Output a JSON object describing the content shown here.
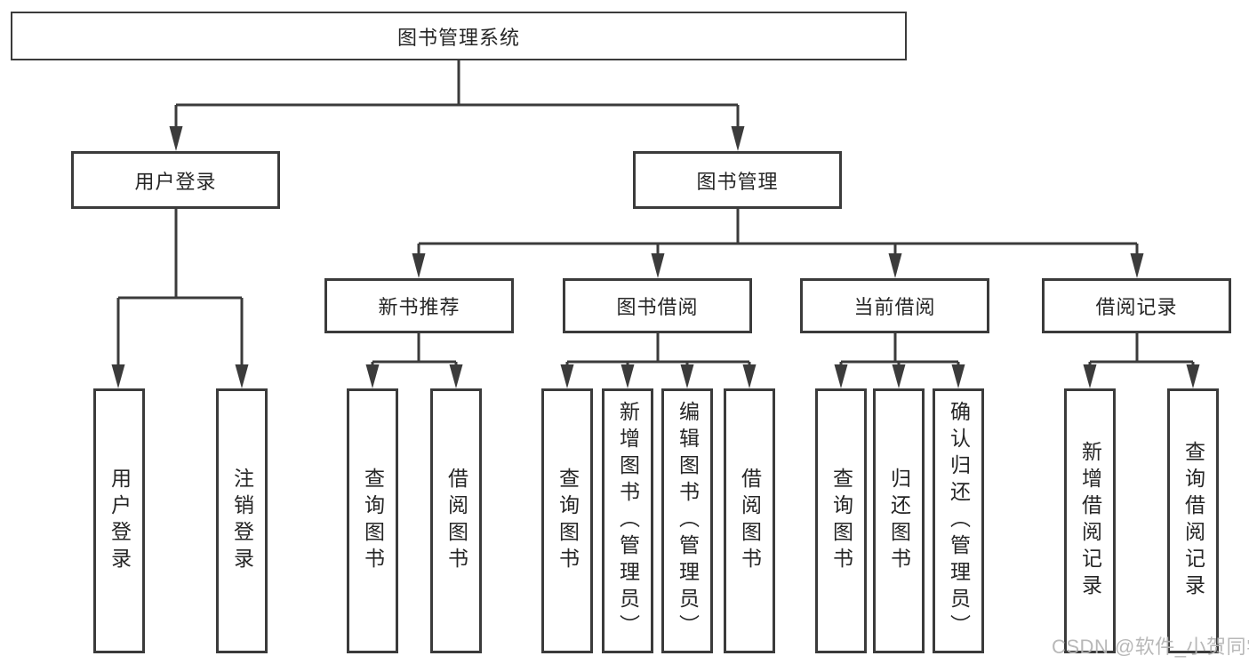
{
  "diagram_type": "hierarchy-tree",
  "tree": {
    "root": {
      "label": "图书管理系统"
    },
    "children": [
      {
        "label": "用户登录",
        "children": [
          {
            "label": "用户登录"
          },
          {
            "label": "注销登录"
          }
        ]
      },
      {
        "label": "图书管理",
        "children": [
          {
            "label": "新书推荐",
            "children": [
              {
                "label": "查询图书"
              },
              {
                "label": "借阅图书"
              }
            ]
          },
          {
            "label": "图书借阅",
            "children": [
              {
                "label": "查询图书"
              },
              {
                "label": "新增图书（管理员）"
              },
              {
                "label": "编辑图书（管理员）"
              },
              {
                "label": "借阅图书"
              }
            ]
          },
          {
            "label": "当前借阅",
            "children": [
              {
                "label": "查询图书"
              },
              {
                "label": "归还图书"
              },
              {
                "label": "确认归还（管理员）"
              }
            ]
          },
          {
            "label": "借阅记录",
            "children": [
              {
                "label": "新增借阅记录"
              },
              {
                "label": "查询借阅记录"
              }
            ]
          }
        ]
      }
    ]
  },
  "watermark": {
    "text": "CSDN @软件_小贺同学"
  },
  "colors": {
    "line": "#3b3b3b",
    "box_border": "#3b3b3b",
    "text": "#262626",
    "watermark": "#b4b4b4",
    "background": "#ffffff"
  }
}
